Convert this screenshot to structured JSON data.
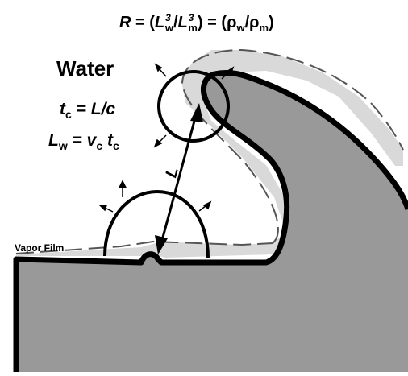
{
  "formula": {
    "lhs": "R",
    "eq1": " = (",
    "Lw": "L",
    "w_sub": "w",
    "cube": "3",
    "slash": "/",
    "Lm": "L",
    "m_sub": "m",
    "close": ") = (",
    "rho_w": "ρ",
    "rho_m": "ρ",
    "end": ")"
  },
  "water_label": "Water",
  "eq_tc": {
    "t": "t",
    "sub": "c",
    "rhs": " = L/c"
  },
  "eq_Lw": {
    "L": "L",
    "sub": "w",
    "mid": " = v",
    "vsub": "c",
    "t": " t",
    "tsub": "c"
  },
  "length_label": "L",
  "vapor_film_label": "Vapor Film",
  "colors": {
    "melt_fill": "#999999",
    "vapor_fill": "#d9d9d9",
    "outline": "#000000",
    "dashed": "#555555"
  }
}
